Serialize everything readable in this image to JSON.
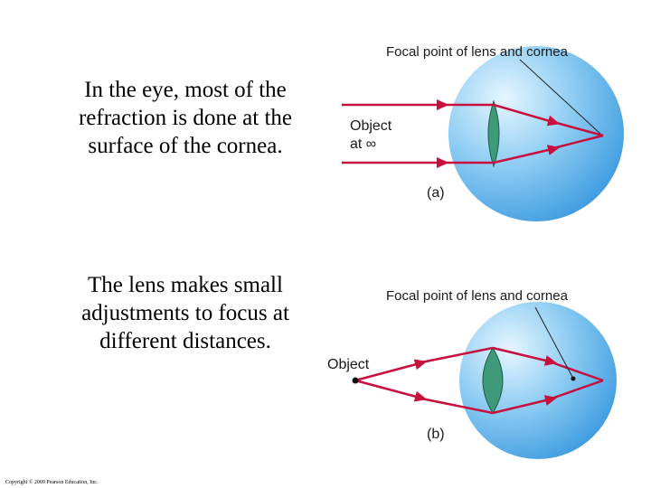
{
  "text_blocks": {
    "cornea": [
      "In the eye, most of the",
      "refraction is done at the",
      "surface of the cornea."
    ],
    "lens": [
      "The lens makes small",
      "adjustments to focus at",
      "different distances."
    ]
  },
  "diagram_a": {
    "focal_label": "Focal point of lens and cornea",
    "object_label_line1": "Object",
    "object_label_line2": "at ∞",
    "panel_label": "(a)"
  },
  "diagram_b": {
    "focal_label": "Focal point of lens and cornea",
    "object_label": "Object",
    "panel_label": "(b)"
  },
  "copyright": "Copyright © 2009 Pearson Education, Inc.",
  "colors": {
    "ray": "#c8103e",
    "eye_light": "#e6f6ff",
    "eye_dark": "#2f93dd",
    "lens": "#3f9a7a"
  }
}
